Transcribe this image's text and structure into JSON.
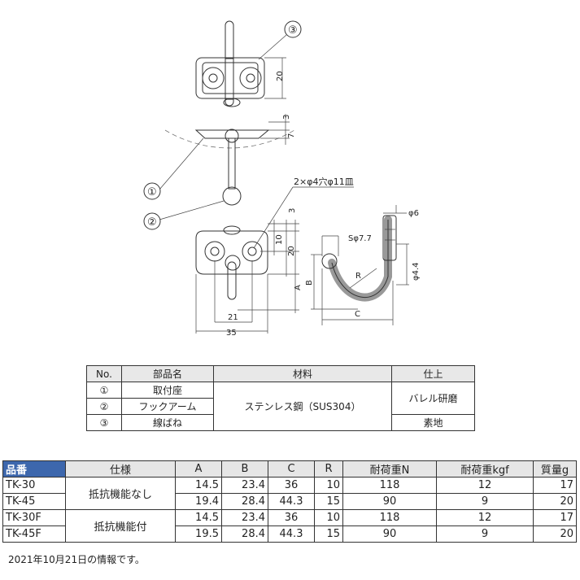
{
  "drawing": {
    "part_callouts": [
      "③",
      "①",
      "②"
    ],
    "dims": {
      "d20_top": "20",
      "d3_a": "3",
      "d7": "7",
      "hole_note": "2×φ4穴φ11皿",
      "d3_b": "3",
      "d10": "10",
      "d20_mid": "20",
      "dA": "A",
      "d21": "21",
      "d35": "35",
      "phi6": "φ6",
      "sphi77": "Sφ7.7",
      "phi44": "φ4.4",
      "dB": "B",
      "dR": "R",
      "dC": "C"
    }
  },
  "parts_table": {
    "headers": [
      "No.",
      "部品名",
      "材料",
      "仕上"
    ],
    "rows": [
      {
        "no": "①",
        "name": "取付座"
      },
      {
        "no": "②",
        "name": "フックアーム"
      },
      {
        "no": "③",
        "name": "線ばね"
      }
    ],
    "material": "ステンレス鋼（SUS304）",
    "finish_1": "バレル研磨",
    "finish_2": "素地"
  },
  "spec_table": {
    "headers": [
      "品番",
      "仕様",
      "A",
      "B",
      "C",
      "R",
      "耐荷重N",
      "耐荷重kgf",
      "質量g"
    ],
    "spec_1": "抵抗機能なし",
    "spec_2": "抵抗機能付",
    "rows": [
      {
        "code": "TK-30",
        "A": "14.5",
        "B": "23.4",
        "C": "36",
        "R": "10",
        "N": "118",
        "kgf": "12",
        "g": "17"
      },
      {
        "code": "TK-45",
        "A": "19.4",
        "B": "28.4",
        "C": "44.3",
        "R": "15",
        "N": "90",
        "kgf": "9",
        "g": "20"
      },
      {
        "code": "TK-30F",
        "A": "14.5",
        "B": "23.4",
        "C": "36",
        "R": "10",
        "N": "118",
        "kgf": "12",
        "g": "17"
      },
      {
        "code": "TK-45F",
        "A": "19.5",
        "B": "28.4",
        "C": "44.3",
        "R": "15",
        "N": "90",
        "kgf": "9",
        "g": "20"
      }
    ]
  },
  "footnote": "2021年10月21日の情報です。"
}
